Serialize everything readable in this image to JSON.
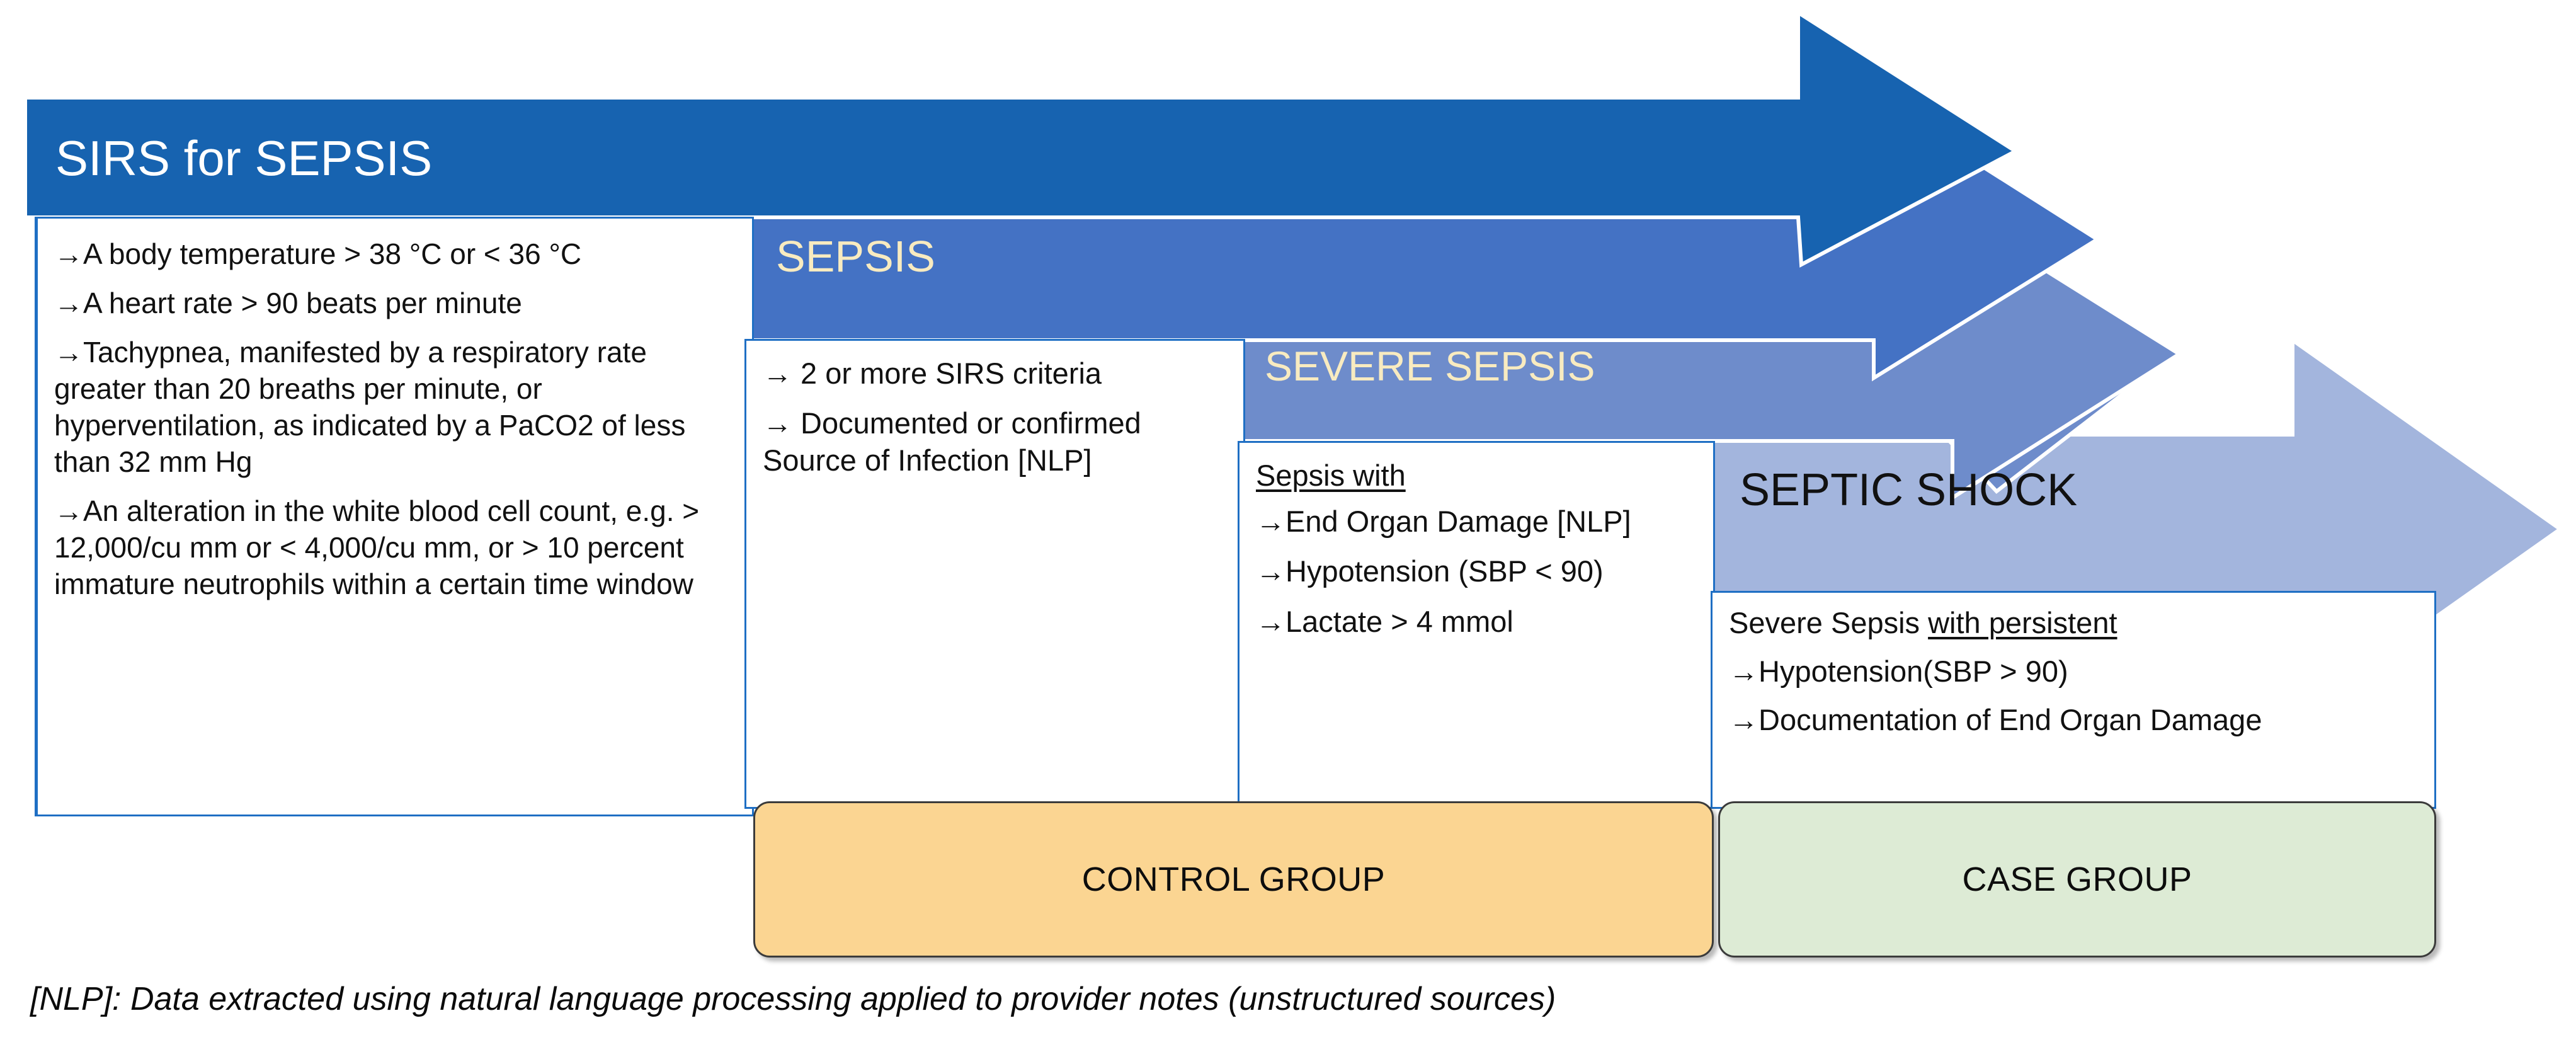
{
  "footnote": "[NLP]: Data extracted using natural language processing applied to provider notes (unstructured sources)",
  "colors": {
    "sirs_arrow": "#1763B0",
    "sepsis_arrow": "#4472C4",
    "severe_sepsis_arrow": "#6E8CCB",
    "septic_shock_arrow": "#A3B5DD",
    "panel_border": "#1F6FC4",
    "control_group_fill": "#FBD592",
    "case_group_fill": "#DDEBD5",
    "title_cream": "#F8EBC0",
    "title_white": "#FFFFFF",
    "title_black": "#111111"
  },
  "stages": [
    {
      "id": "sirs",
      "title": "SIRS for SEPSIS",
      "criteria": [
        {
          "arrow": "right-arrow-icon",
          "text": "A body temperature > 38 °C or < 36 °C"
        },
        {
          "arrow": "right-arrow-icon",
          "text": "A heart rate > 90 beats per minute"
        },
        {
          "arrow": "right-arrow-icon",
          "text": "Tachypnea, manifested by a respiratory rate greater than 20 breaths per minute, or hyperventilation, as indicated by a PaCO2 of less than 32 mm Hg"
        },
        {
          "arrow": "right-arrow-icon",
          "text": "An alteration in the white blood cell count, e.g. > 12,000/cu mm or < 4,000/cu mm, or > 10 percent immature neutrophils within a certain time window"
        }
      ]
    },
    {
      "id": "sepsis",
      "title": "SEPSIS",
      "criteria": [
        {
          "arrow": "right-arrow-icon",
          "text": " 2 or more SIRS criteria"
        },
        {
          "arrow": "right-arrow-icon",
          "text": " Documented or confirmed Source of Infection [NLP]"
        }
      ]
    },
    {
      "id": "severe-sepsis",
      "title": "SEVERE SEPSIS",
      "heading": "Sepsis with",
      "criteria": [
        {
          "arrow": "right-arrow-icon",
          "text": "End Organ Damage [NLP]"
        },
        {
          "arrow": "right-arrow-icon",
          "text": "Hypotension (SBP < 90)"
        },
        {
          "arrow": "right-arrow-icon",
          "text": "Lactate > 4 mmol"
        }
      ]
    },
    {
      "id": "septic-shock",
      "title": "SEPTIC SHOCK",
      "heading_prefix": "Severe Sepsis ",
      "heading_underlined": "with persistent",
      "criteria": [
        {
          "arrow": "right-arrow-icon",
          "text": "Hypotension(SBP > 90)"
        },
        {
          "arrow": "right-arrow-icon",
          "text": "Documentation of End Organ Damage"
        }
      ]
    }
  ],
  "groups": [
    {
      "id": "control-group",
      "label": "CONTROL GROUP"
    },
    {
      "id": "case-group",
      "label": "CASE GROUP"
    }
  ],
  "glyphs": {
    "arrow": "→"
  }
}
